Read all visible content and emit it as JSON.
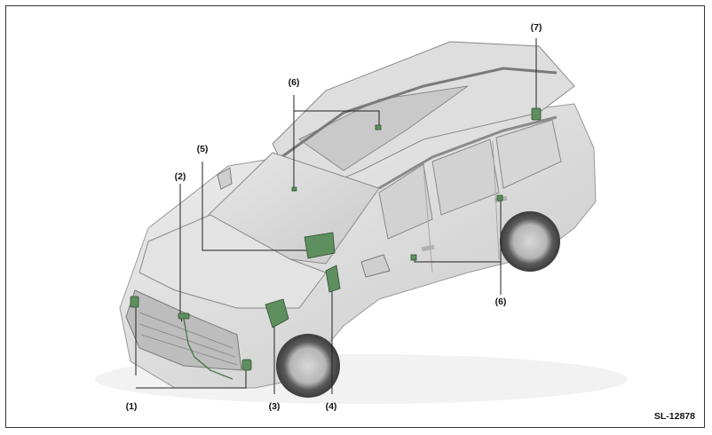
{
  "diagram": {
    "reference_code": "SL-12878",
    "callouts": {
      "c1": "(1)",
      "c2": "(2)",
      "c3": "(3)",
      "c4": "(4)",
      "c5": "(5)",
      "c6_top": "(6)",
      "c6_side": "(6)",
      "c7": "(7)"
    }
  },
  "colors": {
    "component_green": "#5e8f5e",
    "body_light": "#e6e6e6",
    "body_mid": "#cfcfcf",
    "body_dark": "#a9a9a9",
    "glass": "#d9d9d9",
    "tire": "#4a4a4a",
    "line": "#222222"
  }
}
